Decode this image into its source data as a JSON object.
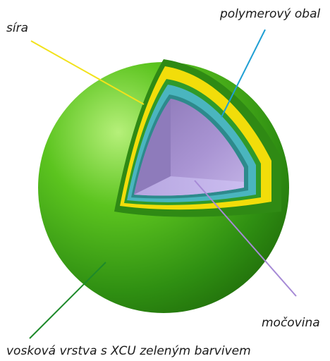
{
  "labels": {
    "sulfur": "síra",
    "polymer": "polymerový obal",
    "urea": "močovina",
    "wax": "vosková vrstva s XCU zeleným barvivem"
  },
  "colors": {
    "wax_layer": "#3fa61a",
    "sulfur_layer": "#f2dd0a",
    "polymer_layer": "#4ab5bf",
    "urea_core": "#a48fc9",
    "sulfur_leader": "#f2e21b",
    "polymer_leader": "#1f9fd4",
    "urea_leader": "#a68ad6",
    "wax_leader": "#1d8a2a"
  }
}
